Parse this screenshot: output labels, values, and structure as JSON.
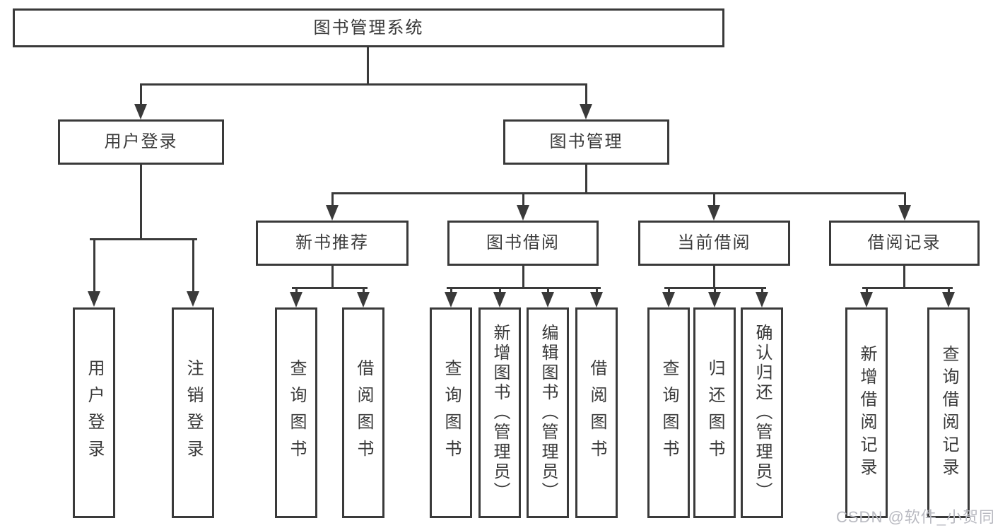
{
  "colors": {
    "line": "#3a3a3a",
    "text": "#3a3a3a",
    "background": "#ffffff",
    "watermark": "#b9bac1"
  },
  "tree": {
    "root": {
      "label": "图书管理系统"
    },
    "level1": {
      "user_login": {
        "label": "用户登录"
      },
      "book_management": {
        "label": "图书管理"
      }
    },
    "level2": {
      "new_book_recommend": {
        "label": "新书推荐"
      },
      "book_borrow": {
        "label": "图书借阅"
      },
      "current_borrow": {
        "label": "当前借阅"
      },
      "borrow_record": {
        "label": "借阅记录"
      }
    },
    "leaves": {
      "user_login": {
        "login": {
          "label": "用户登录"
        },
        "logout": {
          "label": "注销登录"
        }
      },
      "new_book_recommend": {
        "query_books": {
          "label": "查询图书"
        },
        "borrow_books": {
          "label": "借阅图书"
        }
      },
      "book_borrow": {
        "query_books": {
          "label": "查询图书"
        },
        "add_books": {
          "label": "新增图书（管理员）"
        },
        "edit_books": {
          "label": "编辑图书（管理员）"
        },
        "borrow_books": {
          "label": "借阅图书"
        }
      },
      "current_borrow": {
        "query_books": {
          "label": "查询图书"
        },
        "return_books": {
          "label": "归还图书"
        },
        "confirm_return": {
          "label": "确认归还（管理员）"
        }
      },
      "borrow_record": {
        "add_record": {
          "label": "新增借阅记录"
        },
        "query_record": {
          "label": "查询借阅记录"
        }
      }
    }
  },
  "watermark": {
    "text": "CSDN @软件_小贺同学"
  }
}
